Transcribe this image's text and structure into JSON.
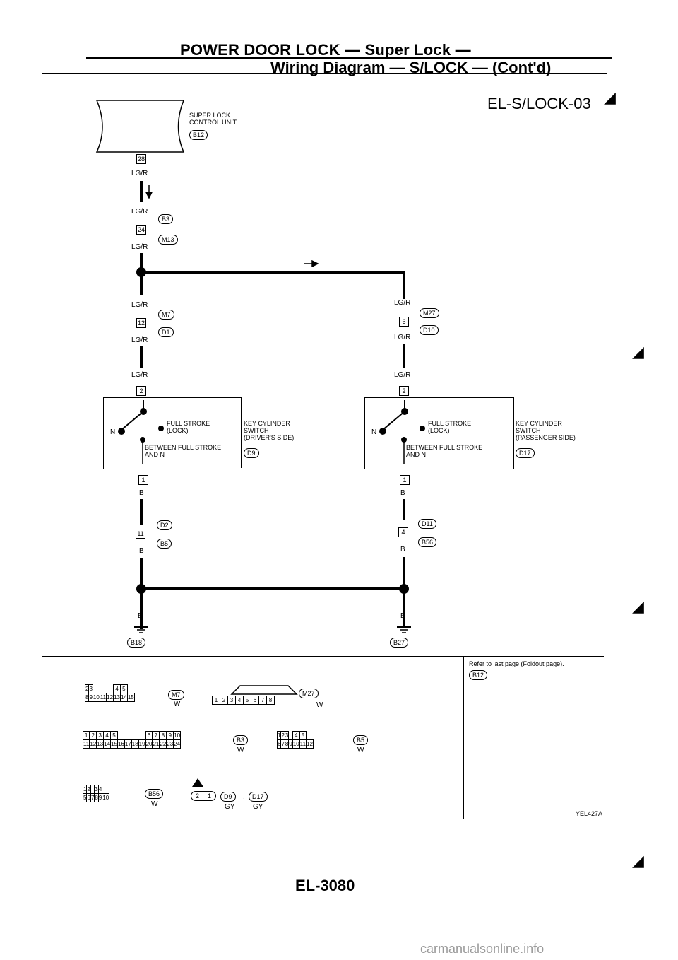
{
  "title": "POWER DOOR LOCK — Super Lock —",
  "subtitle": "Wiring Diagram — S/LOCK — (Cont'd)",
  "diagram_code": "EL-S/LOCK-03",
  "control_unit": {
    "label": "SUPER LOCK\nCONTROL UNIT",
    "connector": "B12",
    "pin": "28"
  },
  "wires": {
    "lgr": "LG/R",
    "b": "B"
  },
  "upper_left_joint": {
    "connector_top": "B3",
    "pin": "24",
    "connector_bottom": "M13"
  },
  "left_joint_2": {
    "connector_top": "M7",
    "pin": "12",
    "connector_bottom": "D1"
  },
  "right_joint_2": {
    "connector_top": "M27",
    "pin": "6",
    "connector_bottom": "D10"
  },
  "switch_left": {
    "pin_top": "2",
    "pin_bottom": "1",
    "n_label": "N",
    "full_stroke": "FULL STROKE\n(LOCK)",
    "between": "BETWEEN FULL STROKE\nAND N",
    "name": "KEY CYLINDER\nSWITCH\n(DRIVER'S SIDE)",
    "connector": "D9"
  },
  "switch_right": {
    "pin_top": "2",
    "pin_bottom": "1",
    "n_label": "N",
    "full_stroke": "FULL STROKE\n(LOCK)",
    "between": "BETWEEN FULL STROKE\nAND N",
    "name": "KEY CYLINDER\nSWITCH\n(PASSENGER SIDE)",
    "connector": "D17"
  },
  "left_joint_3": {
    "connector_top": "D2",
    "pin": "11",
    "connector_bottom": "B5"
  },
  "right_joint_3": {
    "connector_top": "D11",
    "pin": "4",
    "connector_bottom": "B56"
  },
  "grounds": {
    "left": "B18",
    "right": "B27"
  },
  "connectors": {
    "m7": {
      "id": "M7",
      "color": "W",
      "row1": [
        "2",
        "3",
        "",
        "",
        "",
        "4",
        "5"
      ],
      "row2": [
        "8",
        "9",
        "10",
        "11",
        "12",
        "13",
        "14",
        "15"
      ]
    },
    "m27": {
      "id": "M27",
      "color": "W",
      "row2": [
        "1",
        "2",
        "3",
        "4",
        "5",
        "6",
        "7",
        "8"
      ]
    },
    "b3": {
      "id": "B3",
      "color": "W",
      "row1": [
        "1",
        "2",
        "3",
        "4",
        "5",
        "",
        "",
        "",
        "",
        "6",
        "7",
        "8",
        "9",
        "10"
      ],
      "row2": [
        "11",
        "12",
        "13",
        "14",
        "15",
        "16",
        "17",
        "18",
        "19",
        "20",
        "21",
        "22",
        "23",
        "24"
      ]
    },
    "b5": {
      "id": "B5",
      "color": "W",
      "row1": [
        "1",
        "2",
        "3",
        "",
        "4",
        "5"
      ],
      "row2": [
        "6",
        "7",
        "8",
        "9",
        "10",
        "11",
        "12"
      ]
    },
    "b56": {
      "id": "B56",
      "color": "W",
      "row1": [
        "1",
        "2",
        "",
        "3",
        "4"
      ],
      "row2": [
        "5",
        "6",
        "7",
        "8",
        "9",
        "10"
      ]
    },
    "d9": {
      "id": "D9",
      "id2": "D17",
      "pins": [
        "2",
        "1"
      ],
      "color": "GY",
      "color2": "GY",
      "sep": ","
    }
  },
  "refer_note": "Refer to last page (Foldout page).",
  "refer_connector": "B12",
  "figure_code": "YEL427A",
  "page_number": "EL-3080",
  "watermark": "carmanualsonline.info"
}
